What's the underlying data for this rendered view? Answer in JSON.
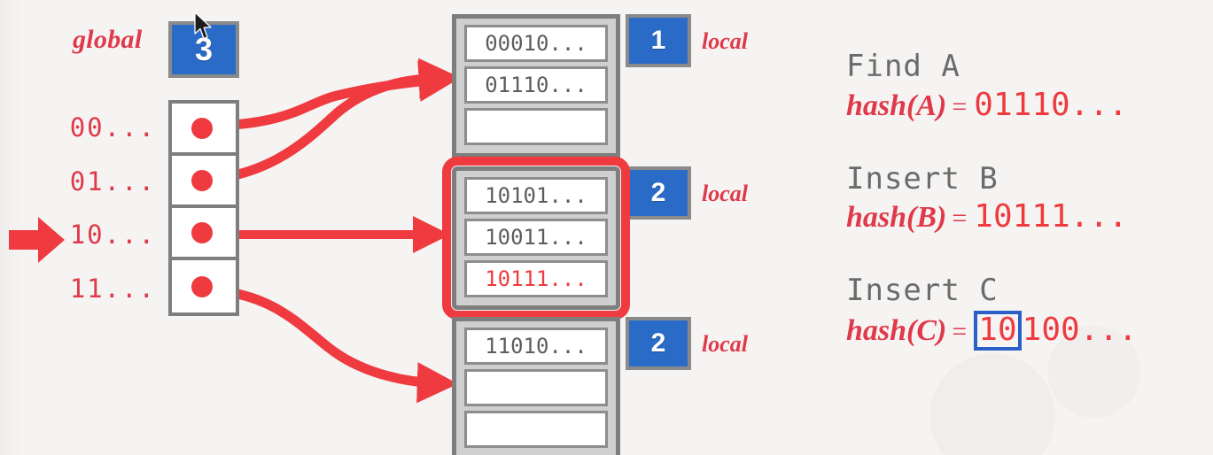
{
  "colors": {
    "background": "#f5f4f3",
    "red": "#ef3b3f",
    "red_text": "#e0394a",
    "blue_badge": "#2a6bc8",
    "blue_outline": "#2a5fc8",
    "gray_border": "#7e7e7e",
    "gray_fill": "#cfcfcf",
    "slot_text": "#5d5d5d",
    "title_text": "#6b6b6b"
  },
  "global": {
    "label": "global",
    "depth": "3"
  },
  "directory": {
    "entries": [
      {
        "key": "00...",
        "pointed": false
      },
      {
        "key": "01...",
        "pointed": false
      },
      {
        "key": "10...",
        "pointed": true
      },
      {
        "key": "11...",
        "pointed": false
      }
    ]
  },
  "buckets": [
    {
      "id": "bucket-1",
      "local_label": "local",
      "local_depth": "1",
      "highlighted": false,
      "slots": [
        {
          "value": "00010...",
          "is_new": false
        },
        {
          "value": "01110...",
          "is_new": false
        },
        {
          "value": "",
          "is_new": false
        }
      ]
    },
    {
      "id": "bucket-2",
      "local_label": "local",
      "local_depth": "2",
      "highlighted": true,
      "slots": [
        {
          "value": "10101...",
          "is_new": false
        },
        {
          "value": "10011...",
          "is_new": false
        },
        {
          "value": "10111...",
          "is_new": true
        }
      ]
    },
    {
      "id": "bucket-3",
      "local_label": "local",
      "local_depth": "2",
      "highlighted": false,
      "slots": [
        {
          "value": "11010...",
          "is_new": false
        },
        {
          "value": "",
          "is_new": false
        },
        {
          "value": "",
          "is_new": false
        }
      ]
    }
  ],
  "operations": [
    {
      "title": "Find A",
      "hash_fn": "hash(A)",
      "equals": "=",
      "hash_prefix": "",
      "hash_value": "01110...",
      "highlight_bits": ""
    },
    {
      "title": "Insert B",
      "hash_fn": "hash(B)",
      "equals": "=",
      "hash_prefix": "",
      "hash_value": "10111...",
      "highlight_bits": ""
    },
    {
      "title": "Insert C",
      "hash_fn": "hash(C)",
      "equals": "=",
      "hash_prefix": "",
      "hash_value": "100...",
      "highlight_bits": "10"
    }
  ],
  "icons": {
    "dir_pointer": "right-arrow-icon",
    "cursor": "mouse-cursor-icon"
  }
}
